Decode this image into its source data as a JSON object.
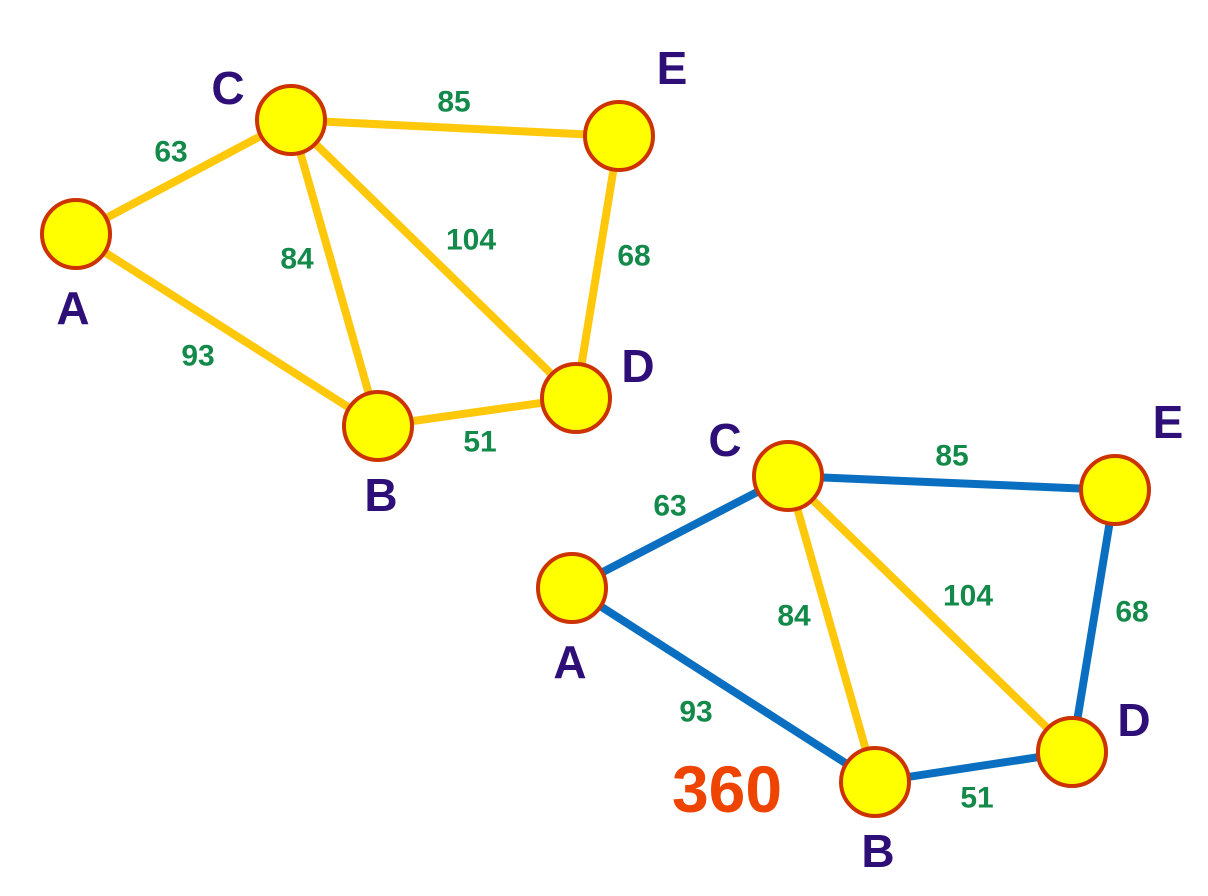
{
  "colors": {
    "node_fill": "#FFFF00",
    "node_stroke": "#CC3300",
    "edge_default": "#FFC80A",
    "edge_selected": "#0A6FC0",
    "node_label": "#2E0F77",
    "weight_label": "#13894A",
    "total_label": "#EE4400"
  },
  "graphs": [
    {
      "nodes": [
        {
          "id": "A",
          "label": "A"
        },
        {
          "id": "B",
          "label": "B"
        },
        {
          "id": "C",
          "label": "C"
        },
        {
          "id": "D",
          "label": "D"
        },
        {
          "id": "E",
          "label": "E"
        }
      ],
      "edges": [
        {
          "from": "A",
          "to": "C",
          "weight": "63",
          "selected": false
        },
        {
          "from": "A",
          "to": "B",
          "weight": "93",
          "selected": false
        },
        {
          "from": "C",
          "to": "B",
          "weight": "84",
          "selected": false
        },
        {
          "from": "C",
          "to": "D",
          "weight": "104",
          "selected": false
        },
        {
          "from": "C",
          "to": "E",
          "weight": "85",
          "selected": false
        },
        {
          "from": "E",
          "to": "D",
          "weight": "68",
          "selected": false
        },
        {
          "from": "B",
          "to": "D",
          "weight": "51",
          "selected": false
        }
      ]
    },
    {
      "nodes": [
        {
          "id": "A",
          "label": "A"
        },
        {
          "id": "B",
          "label": "B"
        },
        {
          "id": "C",
          "label": "C"
        },
        {
          "id": "D",
          "label": "D"
        },
        {
          "id": "E",
          "label": "E"
        }
      ],
      "edges": [
        {
          "from": "A",
          "to": "C",
          "weight": "63",
          "selected": true
        },
        {
          "from": "A",
          "to": "B",
          "weight": "93",
          "selected": true
        },
        {
          "from": "C",
          "to": "B",
          "weight": "84",
          "selected": false
        },
        {
          "from": "C",
          "to": "D",
          "weight": "104",
          "selected": false
        },
        {
          "from": "C",
          "to": "E",
          "weight": "85",
          "selected": true
        },
        {
          "from": "E",
          "to": "D",
          "weight": "68",
          "selected": true
        },
        {
          "from": "B",
          "to": "D",
          "weight": "51",
          "selected": true
        }
      ],
      "total": "360"
    }
  ]
}
